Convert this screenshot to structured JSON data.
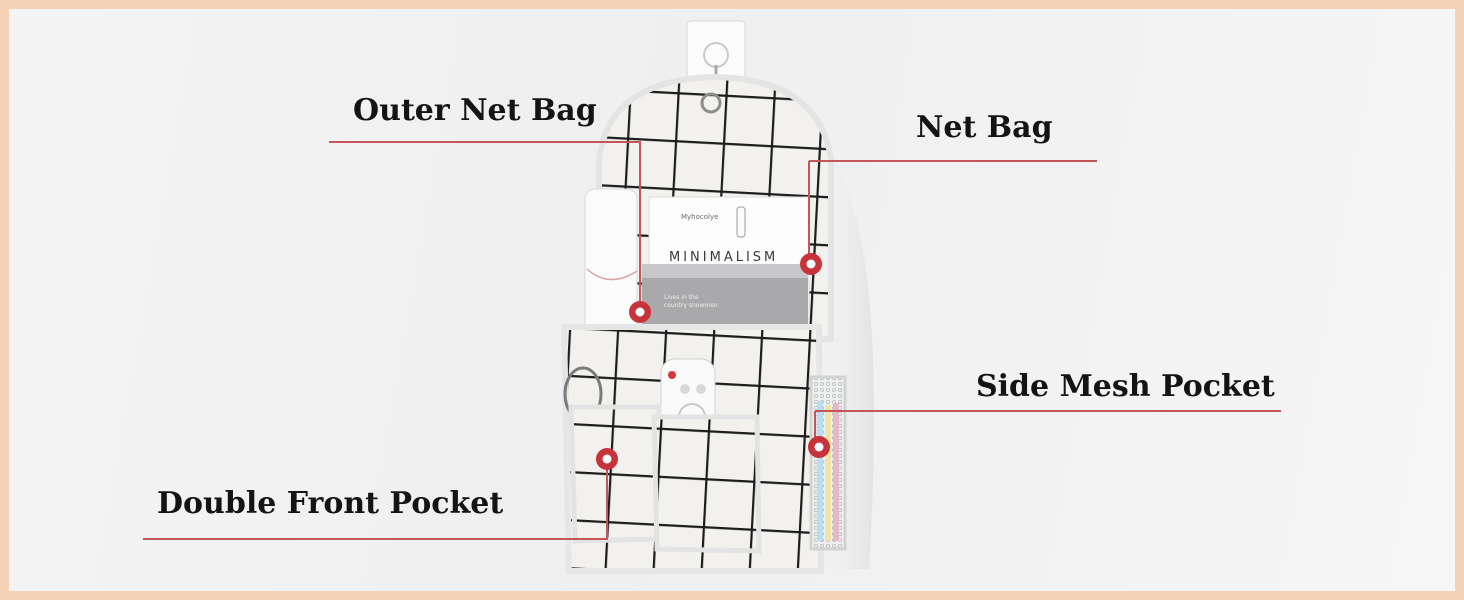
{
  "labels": {
    "outer_net_bag": "Outer Net Bag",
    "net_bag": "Net Bag",
    "side_mesh_pocket": "Side Mesh Pocket",
    "double_front_pocket": "Double Front Pocket"
  },
  "prints": {
    "magazine_title": "MINIMALISM",
    "magazine_brand": "Myhocolye",
    "card_text_1": "Lives in the",
    "card_text_2": "country snowmen"
  },
  "colors": {
    "border": "#f6d2b6",
    "callout_line": "#c4565a",
    "callout_dot": "#c8323a",
    "fabric": "#f2f1ee",
    "grid_line": "#1c1c1c"
  }
}
